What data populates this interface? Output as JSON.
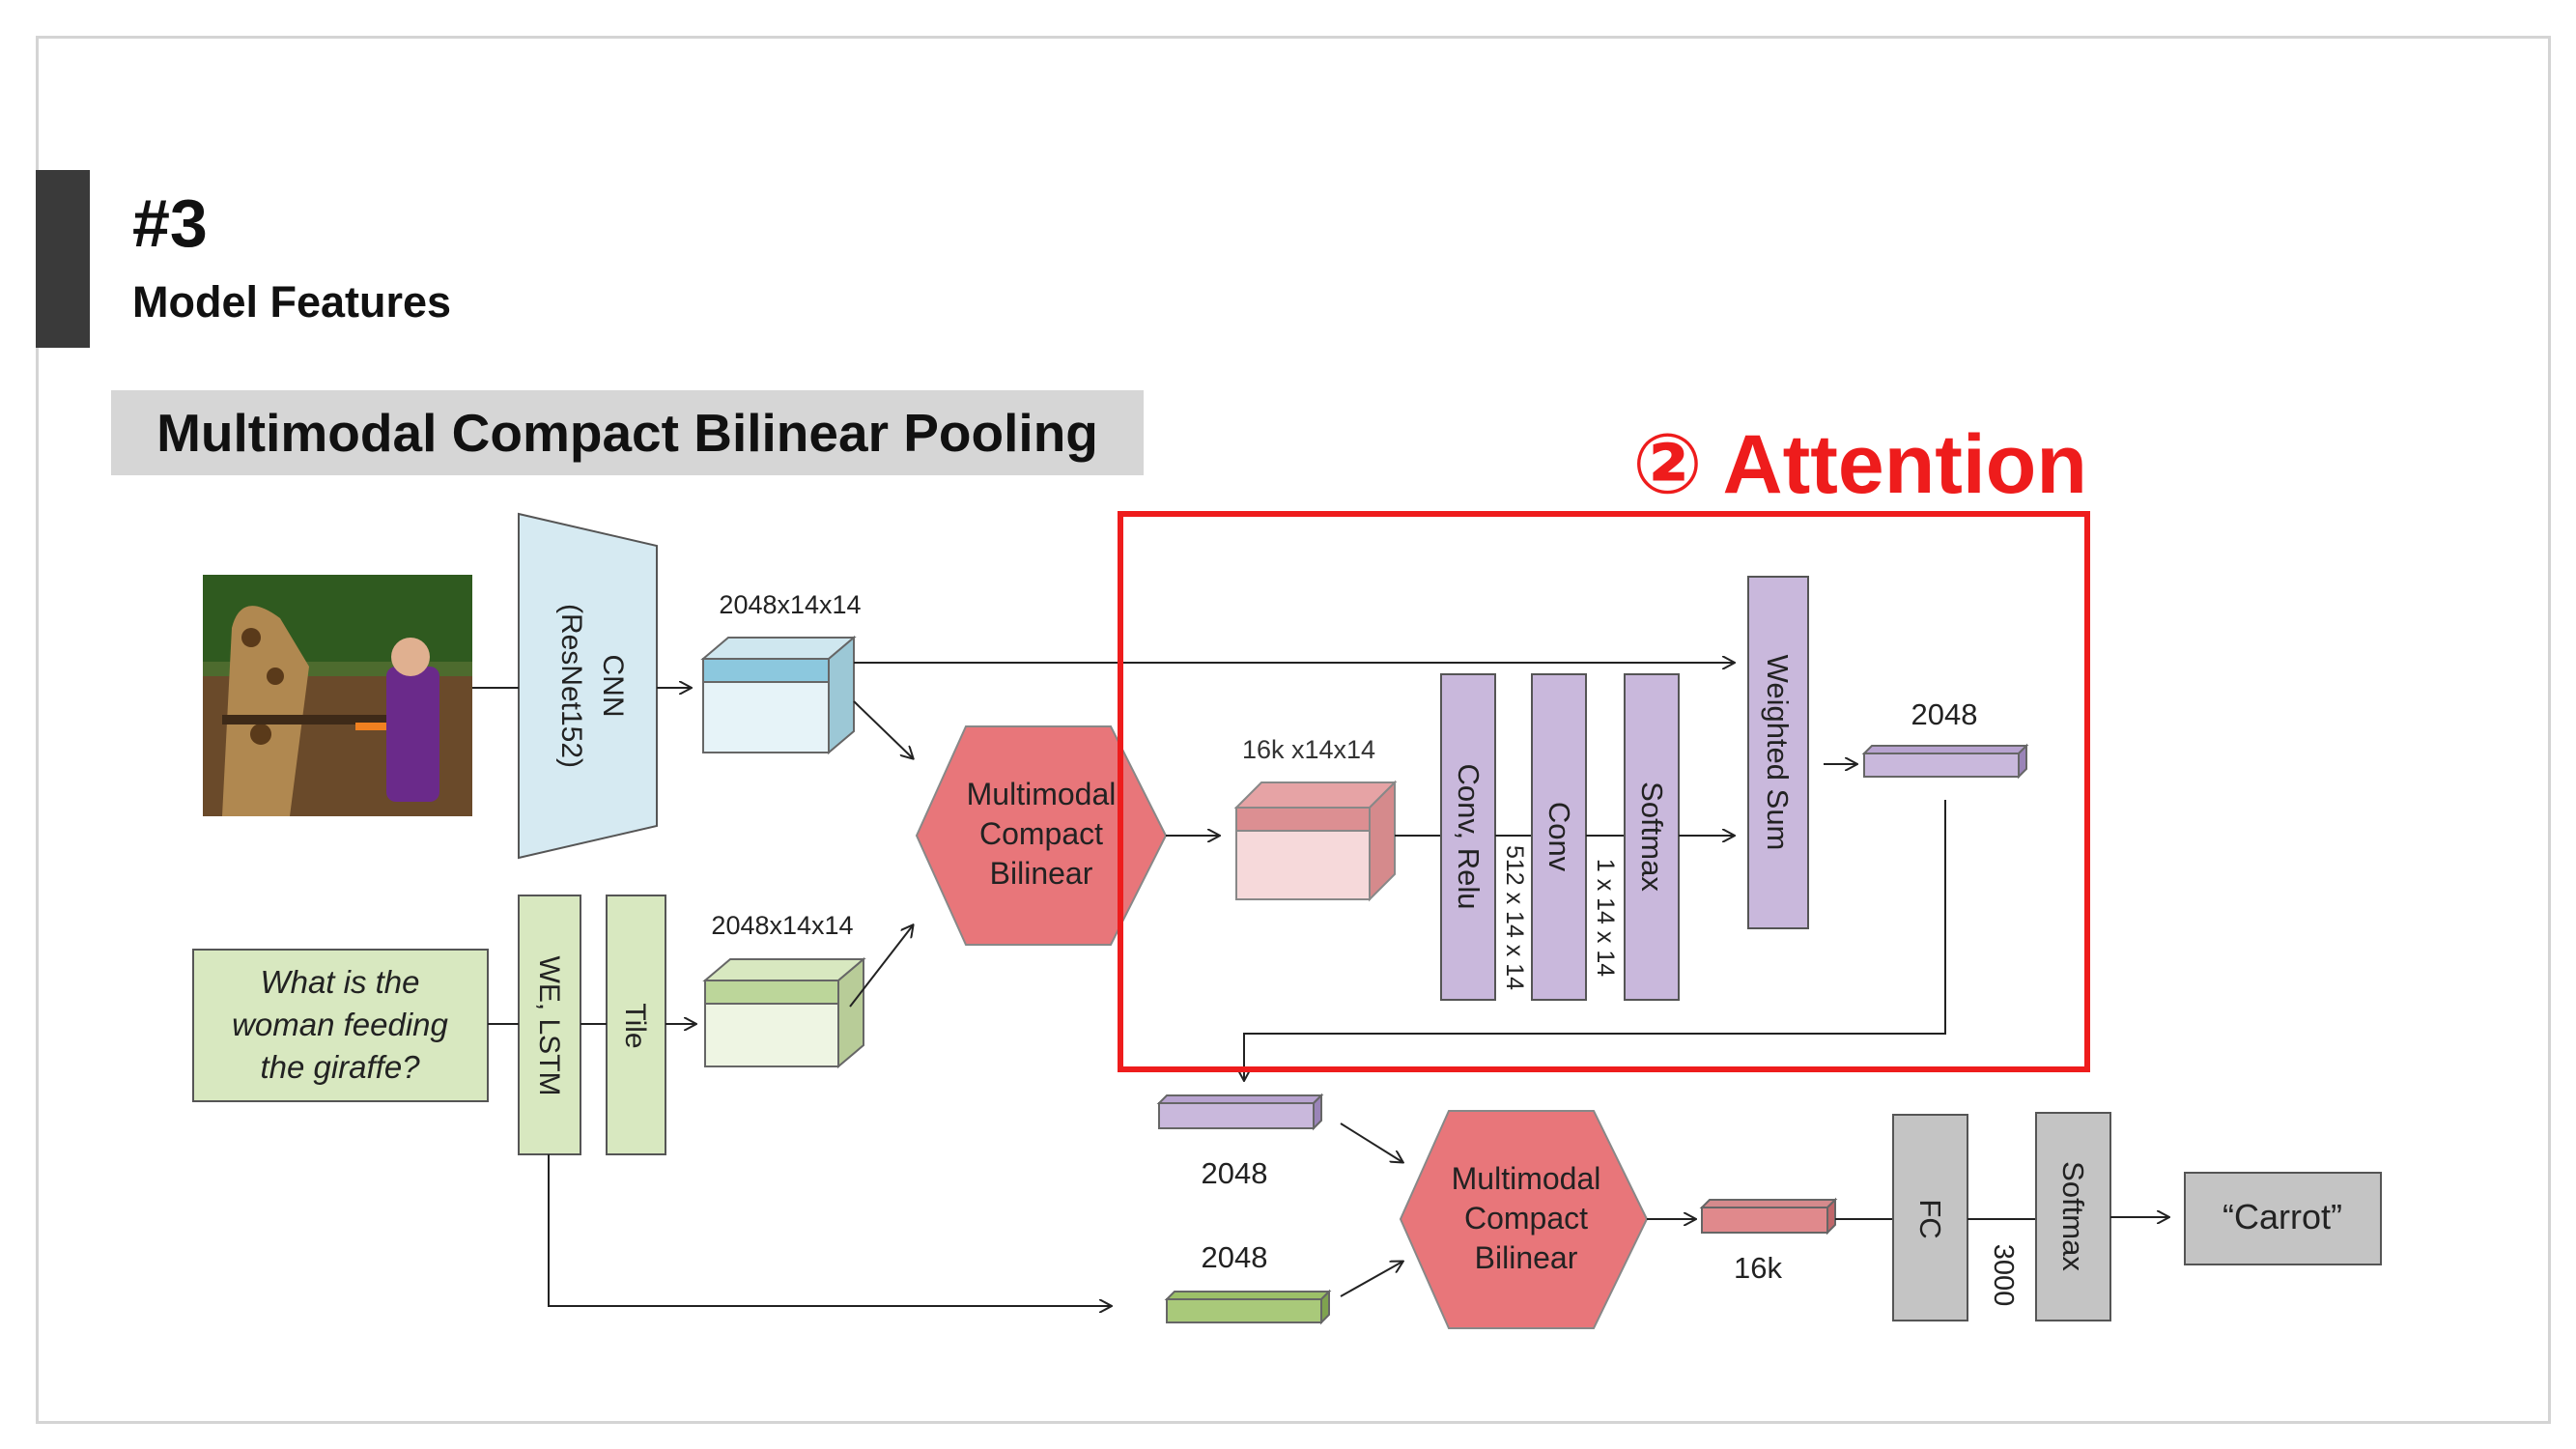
{
  "section": {
    "number": "#3",
    "title": "Model Features"
  },
  "banner": "Multimodal Compact Bilinear Pooling",
  "attention_label": "② Attention",
  "diagram": {
    "question_text": [
      "What is the",
      "woman feeding",
      "the giraffe?"
    ],
    "cnn_label": "CNN",
    "cnn_sub": "(ResNet152)",
    "we_lstm": "WE, LSTM",
    "tile": "Tile",
    "img_dim": "2048x14x14",
    "txt_dim": "2048x14x14",
    "mcb_top": [
      "Multimodal",
      "Compact",
      "Bilinear"
    ],
    "mcb_bottom": [
      "Multimodal",
      "Compact",
      "Bilinear"
    ],
    "joint_dim": "16k x14x14",
    "conv_relu": "Conv, Relu",
    "conv_relu_dim": "512 x 14 x 14",
    "conv": "Conv",
    "conv_dim": "1 x 14 x 14",
    "softmax_attn": "Softmax",
    "weighted_sum": "Weighted Sum",
    "attended_dim": "2048",
    "bottom_img_dim": "2048",
    "bottom_txt_dim": "2048",
    "final_dim": "16k",
    "fc": "FC",
    "fc_dim": "3000",
    "softmax_out": "Softmax",
    "answer": "“Carrot”"
  },
  "colors": {
    "attention_red": "#ee1c1c",
    "blue_box": "#b7dde8",
    "green_box": "#d8e8c0",
    "purple_box": "#c9b8dc",
    "red_hex": "#e8767a",
    "gray_box": "#c4c4c4"
  }
}
